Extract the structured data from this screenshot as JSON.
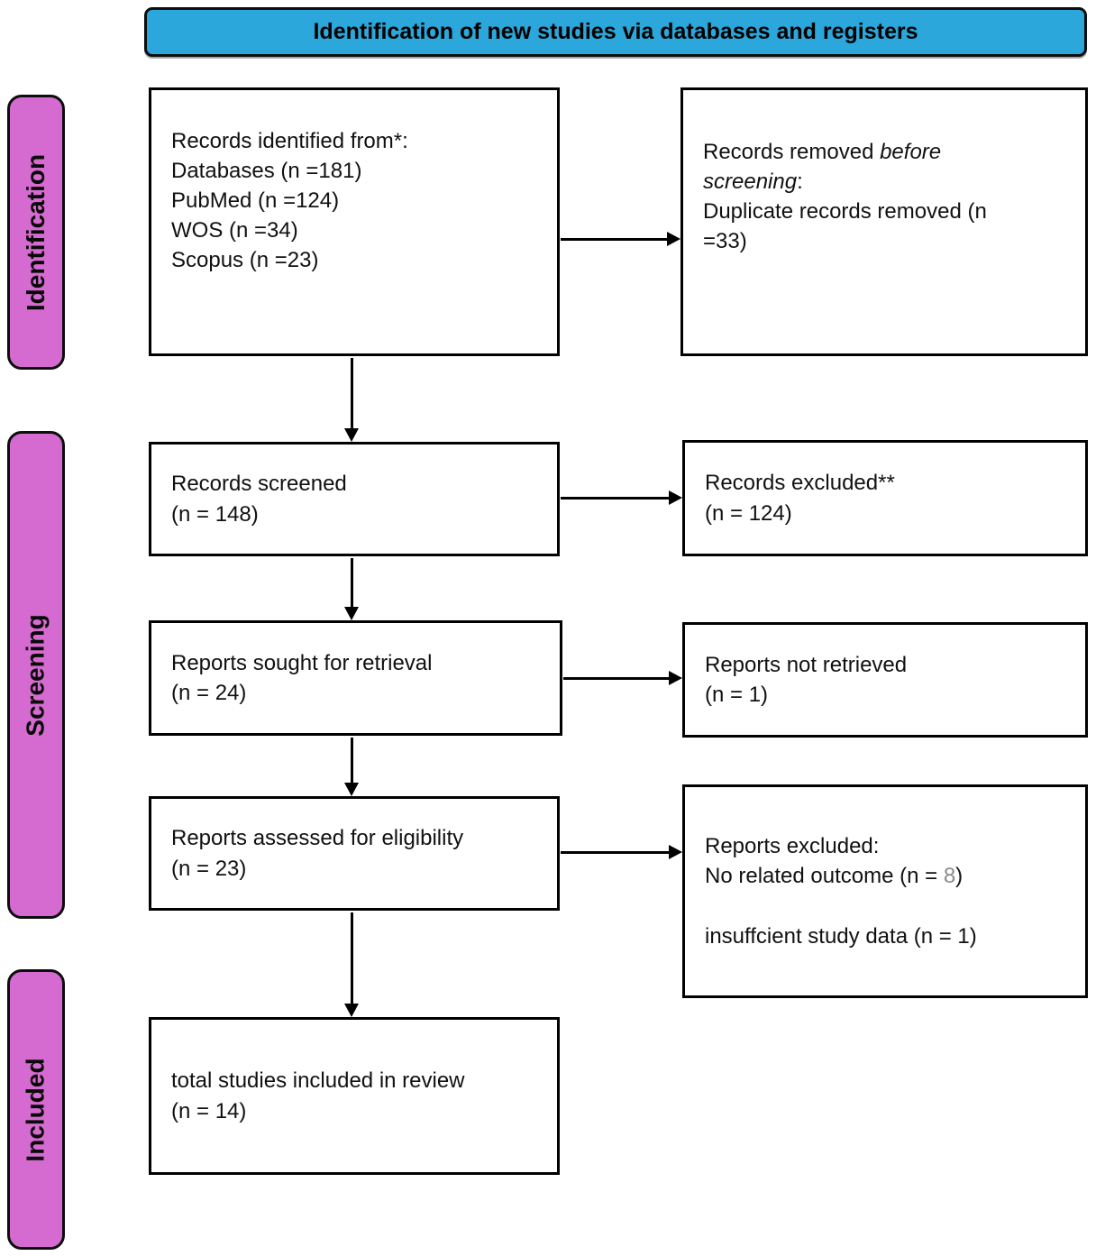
{
  "title": "Identification of new studies via databases and registers",
  "colors": {
    "header_bg": "#2BA7DB",
    "stage_bg": "#D56BD0",
    "line": "#000000",
    "muted_number": "#8A8A8A"
  },
  "stages": [
    {
      "label": "Identification"
    },
    {
      "label": "Screening"
    },
    {
      "label": "Included"
    }
  ],
  "boxes": {
    "identified": {
      "l1": "Records identified from*:",
      "l2": "Databases (n =181)",
      "l3": "PubMed (n =124)",
      "l4": "WOS (n =34)",
      "l5": "Scopus (n =23)"
    },
    "removed": {
      "l1a": "Records removed ",
      "l1b": "before",
      "l2a": "screening",
      "l2b": ":",
      "l3": "Duplicate records removed (n",
      "l4": "=33)"
    },
    "screened": {
      "l1": "Records screened",
      "l2": "(n = 148)"
    },
    "excluded": {
      "l1": "Records excluded**",
      "l2": "(n = 124)"
    },
    "sought": {
      "l1": "Reports sought for retrieval",
      "l2": "(n = 24)"
    },
    "not_retrieved": {
      "l1": "Reports not retrieved",
      "l2": "(n = 1)"
    },
    "assessed": {
      "l1": "Reports assessed for eligibility",
      "l2": "(n = 23)"
    },
    "reports_excluded": {
      "l1": "Reports excluded:",
      "l2a": "No related outcome (n = ",
      "l2b": "8",
      "l2c": ")",
      "l3": "insuffcient study data (n = 1)"
    },
    "included_total": {
      "l1": "total studies included in review",
      "l2": "(n = 14)"
    }
  }
}
